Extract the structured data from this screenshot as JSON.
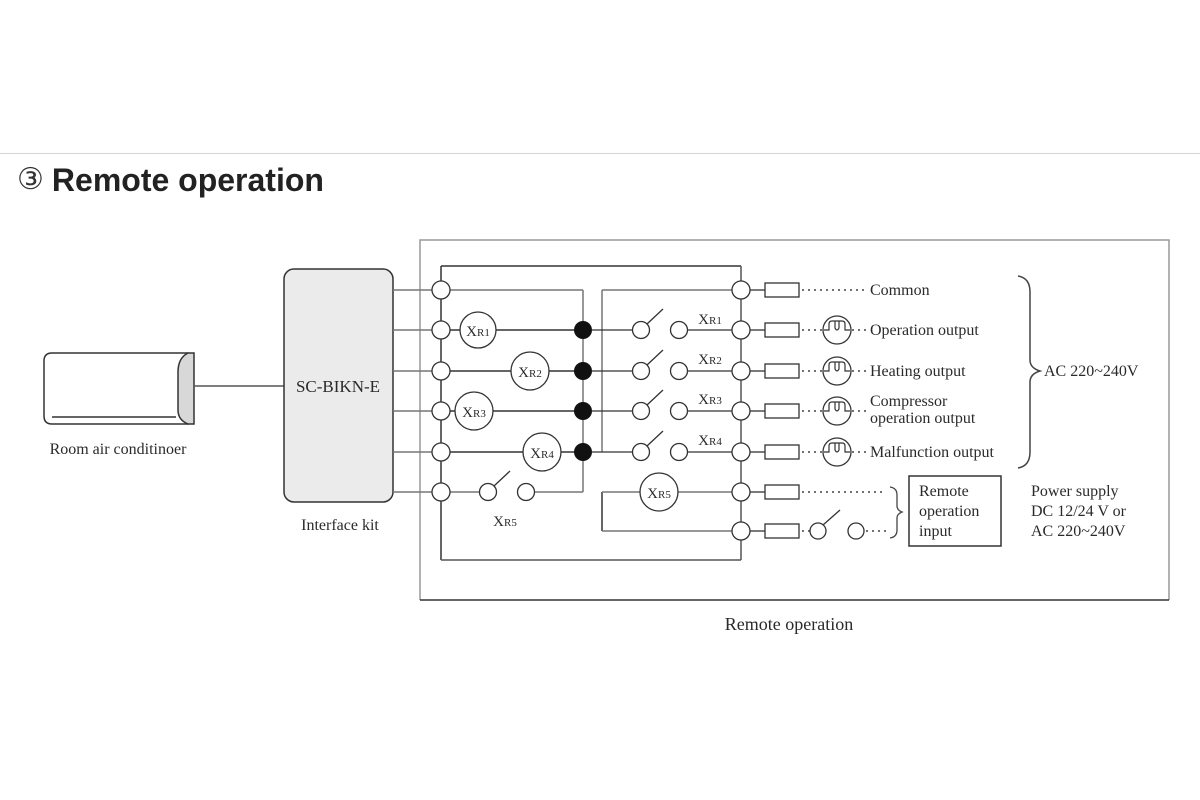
{
  "section": {
    "number": "③",
    "title": "Remote operation"
  },
  "devices": {
    "air_conditioner_label": "Room air conditinoer",
    "interface_kit_name": "SC-BIKN-E",
    "interface_kit_label": "Interface kit"
  },
  "relays": {
    "coils": [
      {
        "prefix": "X",
        "sub": "R1"
      },
      {
        "prefix": "X",
        "sub": "R2"
      },
      {
        "prefix": "X",
        "sub": "R3"
      },
      {
        "prefix": "X",
        "sub": "R4"
      },
      {
        "prefix": "X",
        "sub": "R5"
      }
    ],
    "switch_labels": [
      {
        "prefix": "X",
        "sub": "R1"
      },
      {
        "prefix": "X",
        "sub": "R2"
      },
      {
        "prefix": "X",
        "sub": "R3"
      },
      {
        "prefix": "X",
        "sub": "R4"
      }
    ],
    "input_switch_label": {
      "prefix": "X",
      "sub": "R5"
    }
  },
  "outputs": [
    {
      "label": "Common",
      "lamp": false
    },
    {
      "label": "Operation output",
      "lamp": true
    },
    {
      "label": "Heating output",
      "lamp": true
    },
    {
      "label": "Compressor",
      "label2": "operation output",
      "lamp": true
    },
    {
      "label": "Malfunction output",
      "lamp": true
    }
  ],
  "output_voltage": "AC 220~240V",
  "remote_input": {
    "box_lines": [
      "Remote",
      "operation",
      "input"
    ],
    "power_lines": [
      "Power supply",
      "DC 12/24 V or",
      "AC 220~240V"
    ]
  },
  "caption": "Remote operation"
}
